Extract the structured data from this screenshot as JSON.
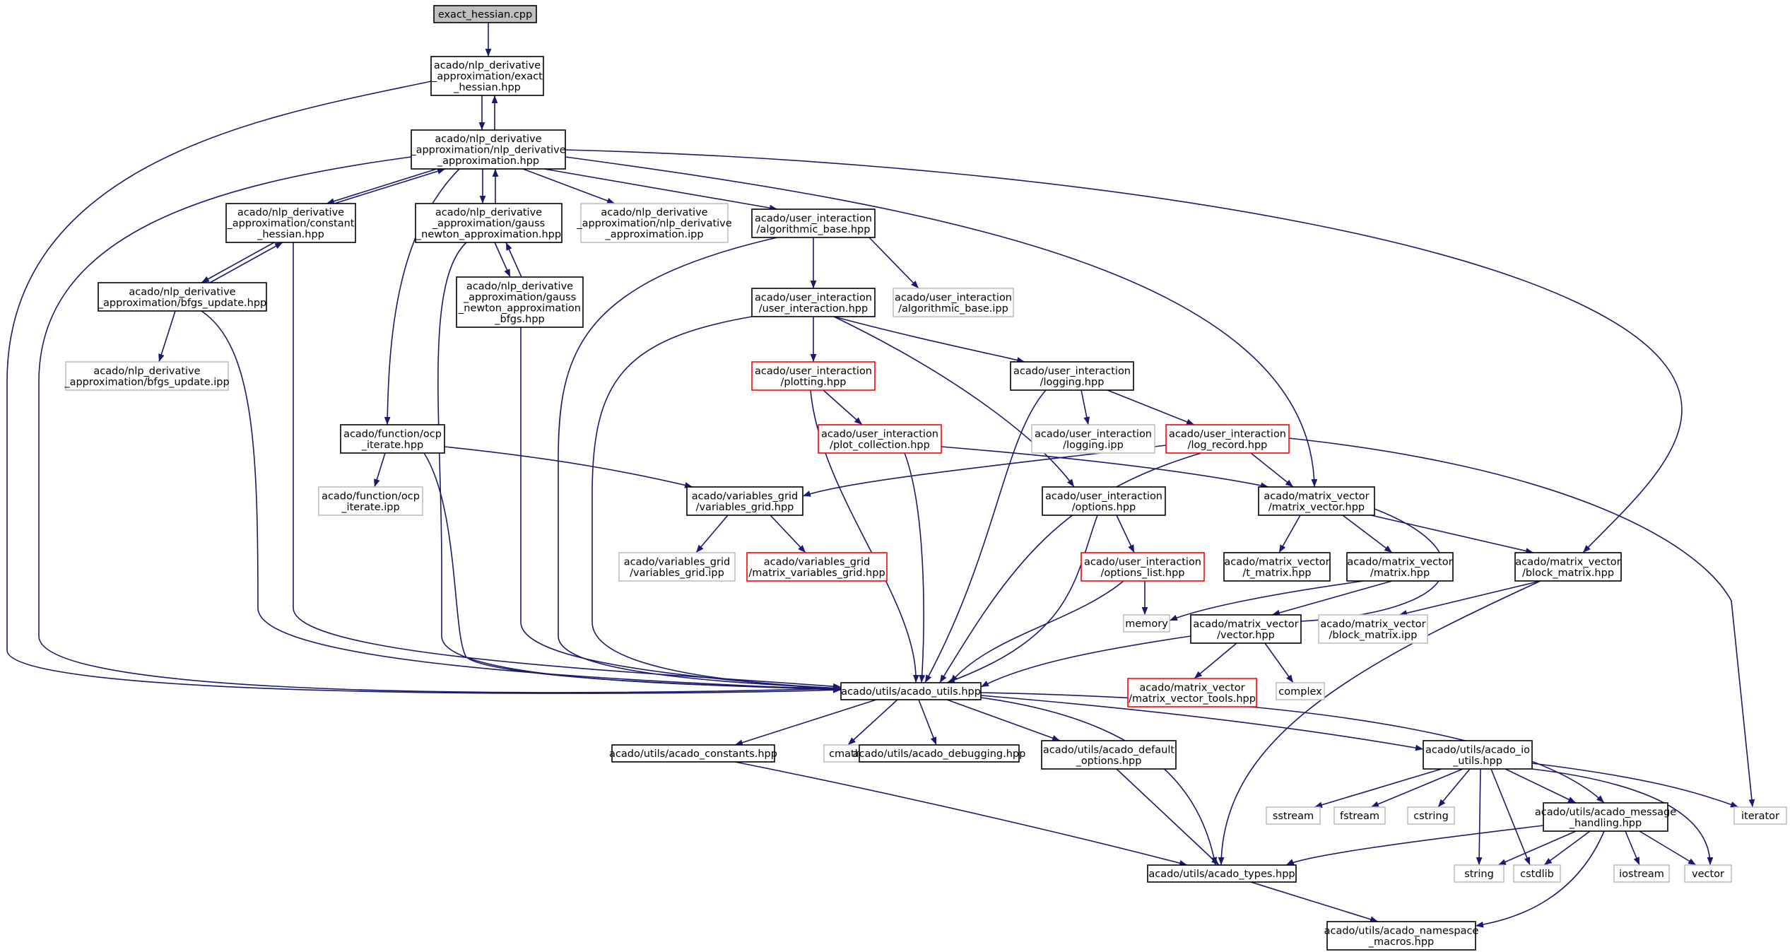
{
  "diagram": {
    "colors": {
      "edge": "#191970",
      "root_fill": "#bfbfbf",
      "normal_border": "#000000",
      "partial_border": "#ff0000",
      "external_border": "#bfbfbf"
    },
    "nodes": [
      {
        "id": "n0",
        "lines": [
          "exact_hessian.cpp"
        ],
        "kind": "root"
      },
      {
        "id": "n1",
        "lines": [
          "acado/nlp_derivative",
          "_approximation/exact",
          "_hessian.hpp"
        ],
        "kind": "normal"
      },
      {
        "id": "n2",
        "lines": [
          "acado/nlp_derivative",
          "_approximation/nlp_derivative",
          "_approximation.hpp"
        ],
        "kind": "normal"
      },
      {
        "id": "n3",
        "lines": [
          "acado/nlp_derivative",
          "_approximation/constant",
          "_hessian.hpp"
        ],
        "kind": "normal"
      },
      {
        "id": "n4",
        "lines": [
          "acado/nlp_derivative",
          "_approximation/gauss",
          "_newton_approximation.hpp"
        ],
        "kind": "normal"
      },
      {
        "id": "n5",
        "lines": [
          "acado/nlp_derivative",
          "_approximation/nlp_derivative",
          "_approximation.ipp"
        ],
        "kind": "external"
      },
      {
        "id": "n6",
        "lines": [
          "acado/user_interaction",
          "/algorithmic_base.hpp"
        ],
        "kind": "normal"
      },
      {
        "id": "n7",
        "lines": [
          "acado/nlp_derivative",
          "_approximation/bfgs_update.hpp"
        ],
        "kind": "normal"
      },
      {
        "id": "n8",
        "lines": [
          "acado/nlp_derivative",
          "_approximation/gauss",
          "_newton_approximation",
          "_bfgs.hpp"
        ],
        "kind": "normal"
      },
      {
        "id": "n9",
        "lines": [
          "acado/user_interaction",
          "/user_interaction.hpp"
        ],
        "kind": "normal"
      },
      {
        "id": "n10",
        "lines": [
          "acado/user_interaction",
          "/algorithmic_base.ipp"
        ],
        "kind": "external"
      },
      {
        "id": "n11",
        "lines": [
          "acado/nlp_derivative",
          "_approximation/bfgs_update.ipp"
        ],
        "kind": "external"
      },
      {
        "id": "n12",
        "lines": [
          "acado/user_interaction",
          "/plotting.hpp"
        ],
        "kind": "partial"
      },
      {
        "id": "n13",
        "lines": [
          "acado/user_interaction",
          "/logging.hpp"
        ],
        "kind": "normal"
      },
      {
        "id": "n14",
        "lines": [
          "acado/function/ocp",
          "_iterate.hpp"
        ],
        "kind": "normal"
      },
      {
        "id": "n15",
        "lines": [
          "acado/user_interaction",
          "/plot_collection.hpp"
        ],
        "kind": "partial"
      },
      {
        "id": "n16",
        "lines": [
          "acado/user_interaction",
          "/logging.ipp"
        ],
        "kind": "external"
      },
      {
        "id": "n17",
        "lines": [
          "acado/user_interaction",
          "/log_record.hpp"
        ],
        "kind": "partial"
      },
      {
        "id": "n18",
        "lines": [
          "acado/function/ocp",
          "_iterate.ipp"
        ],
        "kind": "external"
      },
      {
        "id": "n19",
        "lines": [
          "acado/variables_grid",
          "/variables_grid.hpp"
        ],
        "kind": "normal"
      },
      {
        "id": "n20",
        "lines": [
          "acado/user_interaction",
          "/options.hpp"
        ],
        "kind": "normal"
      },
      {
        "id": "n21",
        "lines": [
          "acado/matrix_vector",
          "/matrix_vector.hpp"
        ],
        "kind": "normal"
      },
      {
        "id": "n22",
        "lines": [
          "acado/variables_grid",
          "/variables_grid.ipp"
        ],
        "kind": "external"
      },
      {
        "id": "n23",
        "lines": [
          "acado/variables_grid",
          "/matrix_variables_grid.hpp"
        ],
        "kind": "partial"
      },
      {
        "id": "n24",
        "lines": [
          "acado/user_interaction",
          "/options_list.hpp"
        ],
        "kind": "partial"
      },
      {
        "id": "n25",
        "lines": [
          "acado/matrix_vector",
          "/t_matrix.hpp"
        ],
        "kind": "normal"
      },
      {
        "id": "n26",
        "lines": [
          "acado/matrix_vector",
          "/matrix.hpp"
        ],
        "kind": "normal"
      },
      {
        "id": "n27",
        "lines": [
          "acado/matrix_vector",
          "/block_matrix.hpp"
        ],
        "kind": "normal"
      },
      {
        "id": "n28",
        "lines": [
          "memory"
        ],
        "kind": "external"
      },
      {
        "id": "n29",
        "lines": [
          "acado/matrix_vector",
          "/vector.hpp"
        ],
        "kind": "normal"
      },
      {
        "id": "n30",
        "lines": [
          "acado/matrix_vector",
          "/block_matrix.ipp"
        ],
        "kind": "external"
      },
      {
        "id": "n31",
        "lines": [
          "acado/utils/acado_utils.hpp"
        ],
        "kind": "normal"
      },
      {
        "id": "n32",
        "lines": [
          "acado/matrix_vector",
          "/matrix_vector_tools.hpp"
        ],
        "kind": "partial"
      },
      {
        "id": "n33",
        "lines": [
          "complex"
        ],
        "kind": "external"
      },
      {
        "id": "n34",
        "lines": [
          "acado/utils/acado_constants.hpp"
        ],
        "kind": "normal"
      },
      {
        "id": "n35",
        "lines": [
          "cmath"
        ],
        "kind": "external"
      },
      {
        "id": "n36",
        "lines": [
          "acado/utils/acado_debugging.hpp"
        ],
        "kind": "normal"
      },
      {
        "id": "n37",
        "lines": [
          "acado/utils/acado_default",
          "_options.hpp"
        ],
        "kind": "normal"
      },
      {
        "id": "n38",
        "lines": [
          "acado/utils/acado_io",
          "_utils.hpp"
        ],
        "kind": "normal"
      },
      {
        "id": "n39",
        "lines": [
          "sstream"
        ],
        "kind": "external"
      },
      {
        "id": "n40",
        "lines": [
          "fstream"
        ],
        "kind": "external"
      },
      {
        "id": "n41",
        "lines": [
          "cstring"
        ],
        "kind": "external"
      },
      {
        "id": "n42",
        "lines": [
          "acado/utils/acado_message",
          "_handling.hpp"
        ],
        "kind": "normal"
      },
      {
        "id": "n43",
        "lines": [
          "iterator"
        ],
        "kind": "external"
      },
      {
        "id": "n44",
        "lines": [
          "acado/utils/acado_types.hpp"
        ],
        "kind": "normal"
      },
      {
        "id": "n45",
        "lines": [
          "string"
        ],
        "kind": "external"
      },
      {
        "id": "n46",
        "lines": [
          "cstdlib"
        ],
        "kind": "external"
      },
      {
        "id": "n47",
        "lines": [
          "iostream"
        ],
        "kind": "external"
      },
      {
        "id": "n48",
        "lines": [
          "vector"
        ],
        "kind": "external"
      },
      {
        "id": "n49",
        "lines": [
          "acado/utils/acado_namespace",
          "_macros.hpp"
        ],
        "kind": "normal"
      }
    ]
  }
}
